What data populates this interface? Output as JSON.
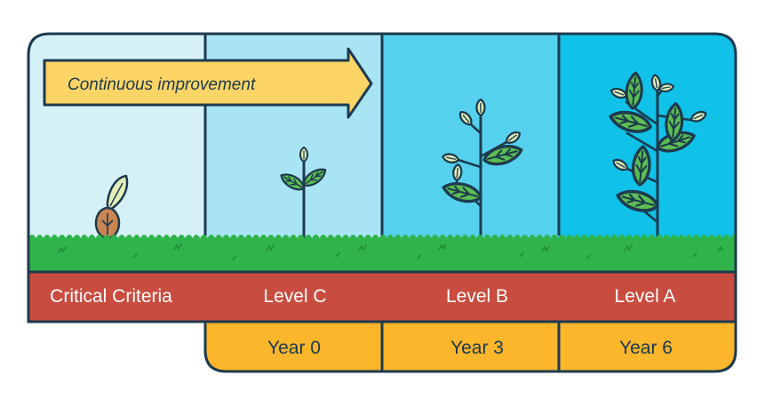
{
  "arrow": {
    "label": "Continuous improvement"
  },
  "stages": [
    {
      "label": "Critical Criteria",
      "year": ""
    },
    {
      "label": "Level C",
      "year": "Year 0"
    },
    {
      "label": "Level B",
      "year": "Year 3"
    },
    {
      "label": "Level A",
      "year": "Year 6"
    }
  ],
  "colors": {
    "outline": "#1d3a4e",
    "panel_1": "#d6f0f8",
    "panel_2": "#a9e4f5",
    "panel_3": "#55d1ee",
    "panel_4": "#10c1e8",
    "grass": "#2fb34a",
    "level_bar": "#c84c3f",
    "year_bar": "#fbb62b",
    "arrow_fill": "#fdd466",
    "leaf": "#5cbd53",
    "bud": "#e3f0b8",
    "seed": "#c98552"
  },
  "icons": [
    "seed-icon",
    "sprout-icon",
    "young-plant-icon",
    "mature-plant-icon"
  ]
}
